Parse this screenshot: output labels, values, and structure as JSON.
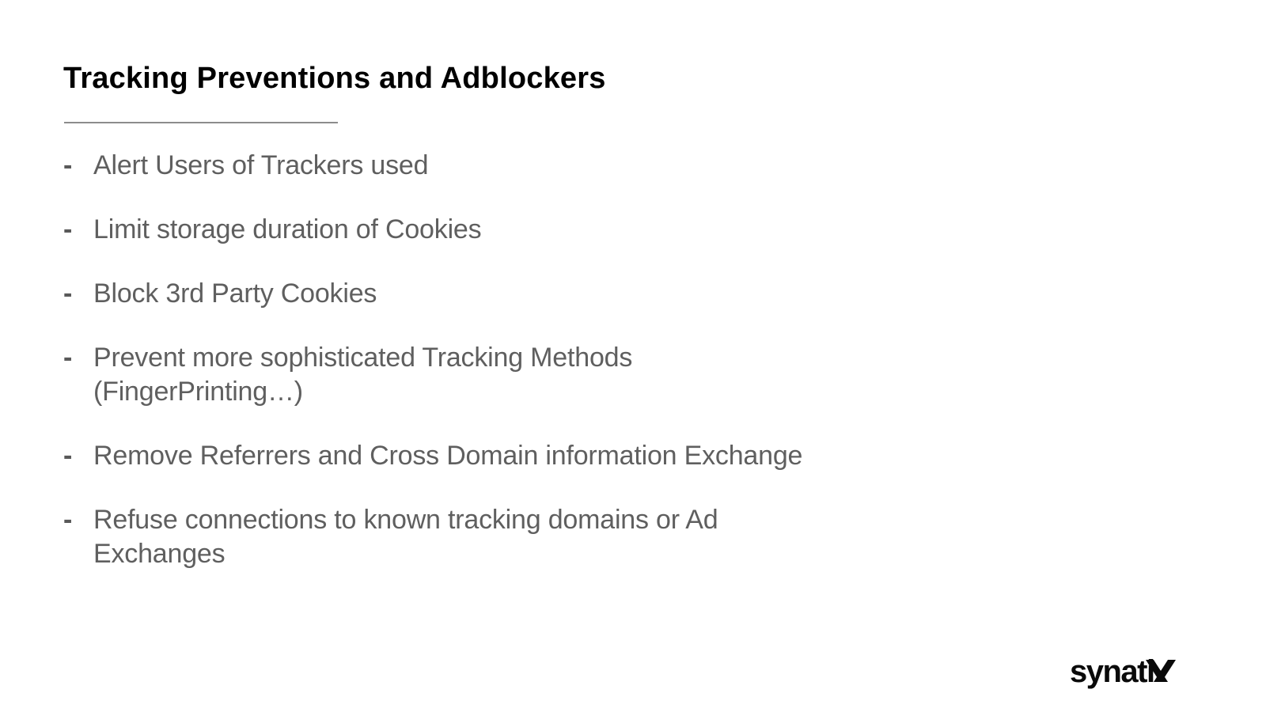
{
  "slide": {
    "title": "Tracking Preventions and Adblockers",
    "bullet_marker": "-",
    "bullets": [
      {
        "text": "Alert Users of Trackers used"
      },
      {
        "text": "Limit storage duration of Cookies"
      },
      {
        "text": "Block 3rd Party Cookies"
      },
      {
        "text": "Prevent more sophisticated Tracking Methods (FingerPrinting…)"
      },
      {
        "text": "Remove Referrers and Cross Domain information Exchange"
      },
      {
        "text": "Refuse connections to known tracking domains or Ad Exchanges"
      }
    ],
    "logo": {
      "text": "synatix",
      "color": "#0a0a0a"
    },
    "colors": {
      "background": "#ffffff",
      "title": "#000000",
      "body_text": "#5f5f5f",
      "rule": "#8c8c8c"
    }
  }
}
